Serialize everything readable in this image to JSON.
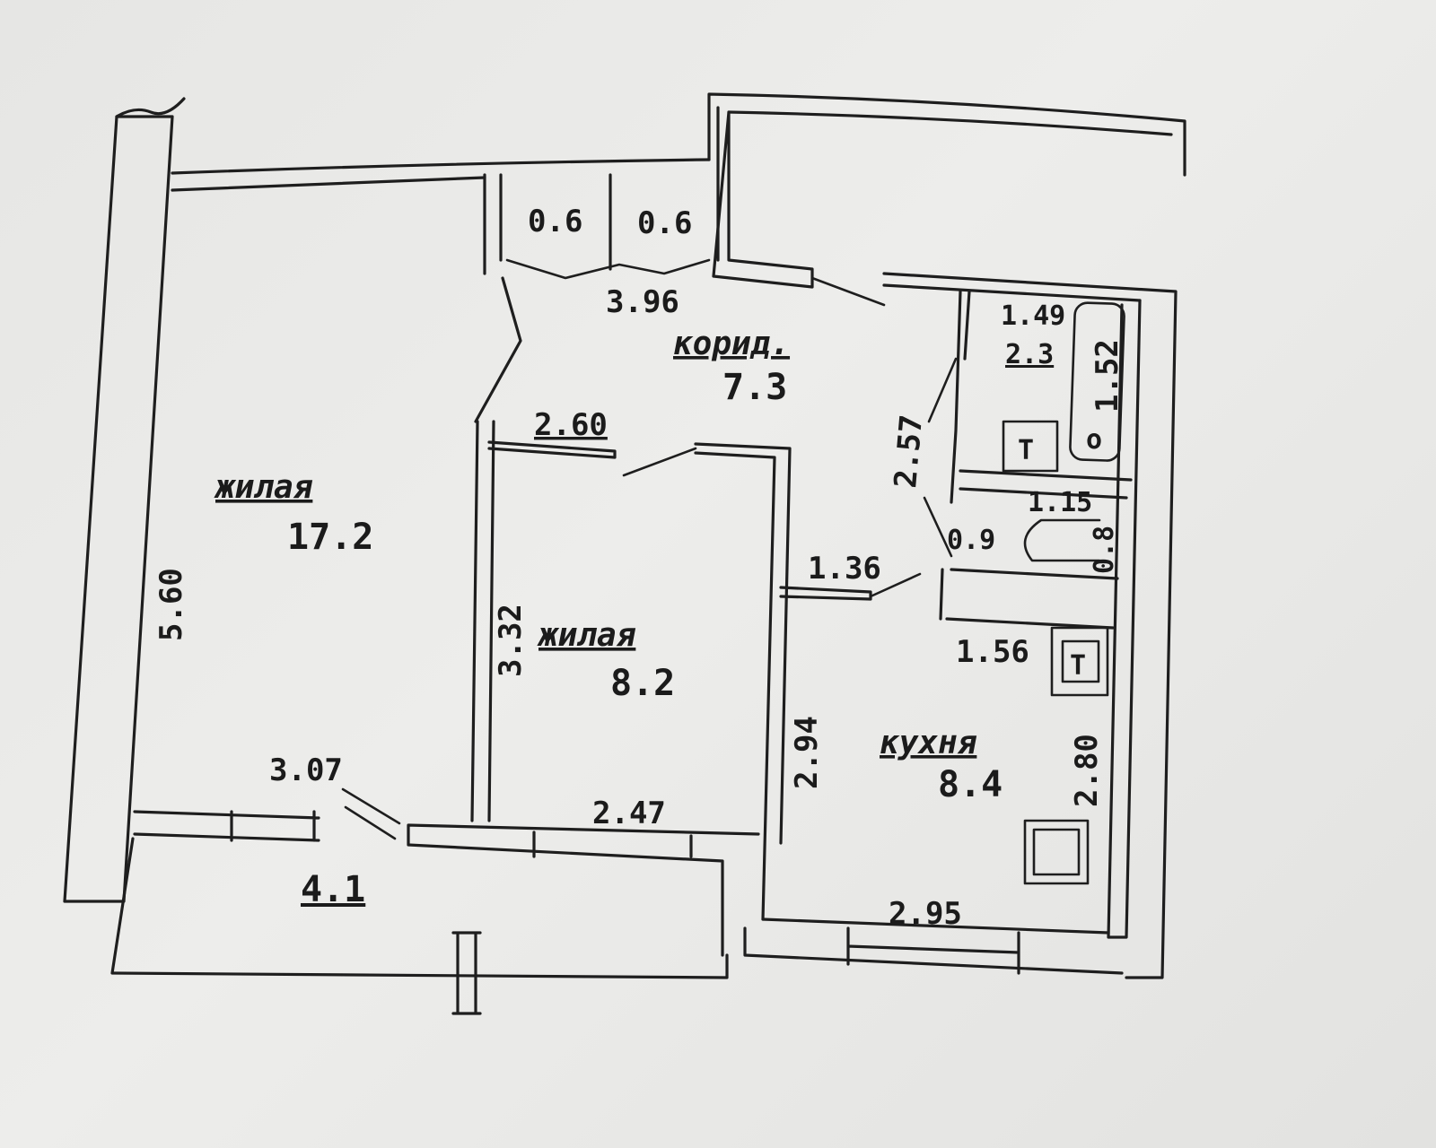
{
  "plan": {
    "rooms": [
      {
        "key": "living_large",
        "name": "жилая",
        "area": "17.2"
      },
      {
        "key": "living_small",
        "name": "жилая",
        "area": "8.2"
      },
      {
        "key": "corridor",
        "name": "корид.",
        "area": "7.3"
      },
      {
        "key": "kitchen",
        "name": "кухня",
        "area": "8.4"
      },
      {
        "key": "bath",
        "name": "1.49",
        "area": "2.3"
      },
      {
        "key": "balcony",
        "name": "",
        "area": "4.1"
      }
    ],
    "dimensions": {
      "closet_a": "0.6",
      "closet_b": "0.6",
      "corridor_len": "3.96",
      "hall_wall": "2.60",
      "wc_wall": "2.57",
      "bath_len": "1.52",
      "living_height": "5.60",
      "living_small_h": "3.32",
      "kitchen_door": "1.36",
      "sink_w": "1.15",
      "wc_w": "0.9",
      "wc_d": "0.8",
      "kitchen_top": "1.56",
      "kitchen_left": "2.94",
      "kitchen_right": "2.80",
      "kitchen_bottom": "2.95",
      "living_bottom": "3.07",
      "small_bottom": "2.47"
    },
    "fixtures": {
      "toilet_symbol": "T",
      "bath_symbol": "o",
      "stove_symbol": "T"
    }
  }
}
